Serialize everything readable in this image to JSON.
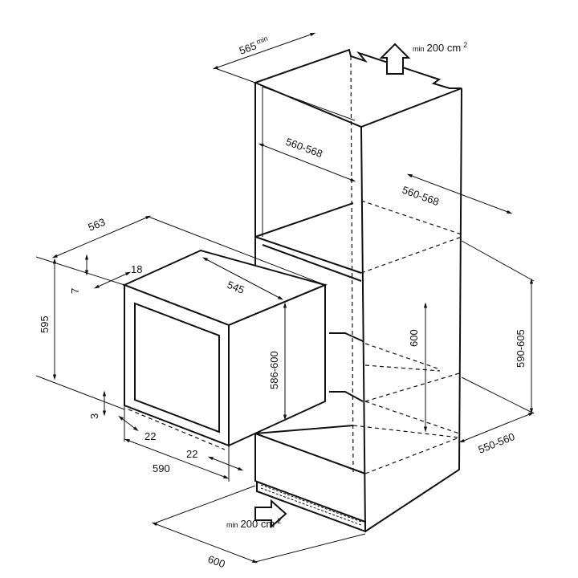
{
  "diagram": {
    "cabinet_depth_top": {
      "value": "565",
      "suffix": "min"
    },
    "vent_top": {
      "prefix": "min",
      "value": "200 cm",
      "sup": "2"
    },
    "vent_bottom": {
      "prefix": "min",
      "value": "200 cm",
      "sup": "2"
    },
    "cabinet_inner_depth_top": "560-568",
    "cabinet_inner_width": "560-568",
    "oven_depth_total": "563",
    "frame_thickness": "18",
    "frame_offset_top": "7",
    "oven_height": "595",
    "oven_body_depth": "545",
    "oven_body_height": "586-600",
    "niche_height_min": "600",
    "niche_height_range": "590-605",
    "frame_offset_bottom": "3",
    "side_margin_left": "22",
    "side_margin_right": "22",
    "oven_width": "590",
    "niche_depth": "550-560",
    "cabinet_width": "600"
  }
}
